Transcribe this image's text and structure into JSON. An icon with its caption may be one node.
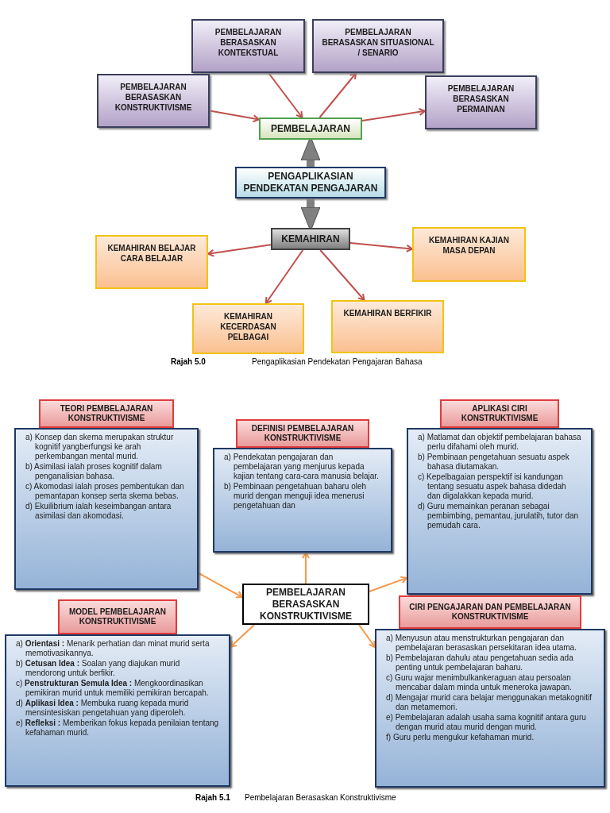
{
  "diagram": {
    "nodes": [
      {
        "text": [
          "PEMBELAJARAN BERASASKAN KONTEKSTUAL"
        ]
      },
      {
        "text": [
          "PEMBELAJARAN BERASASKAN SITUASIONAL / SENARIO"
        ]
      },
      {
        "text": [
          "PEMBELAJARAN BERASASKAN KONSTRUKTIVISME"
        ]
      },
      {
        "text": [
          "PEMBELAJARAN BERASASKAN PERMAINAN"
        ]
      },
      {
        "text": [
          "PEMBELAJARAN"
        ]
      },
      {
        "text": [
          "PENGAPLIKASIAN PENDEKATAN PENGAJARAN"
        ]
      },
      {
        "text": [
          "KEMAHIRAN"
        ]
      },
      {
        "text": [
          "KEMAHIRAN BELAJAR CARA BELAJAR"
        ]
      },
      {
        "text": [
          "KEMAHIRAN KAJIAN MASA DEPAN"
        ]
      },
      {
        "text": [
          "KEMAHIRAN KECERDASAN PELBAGAI"
        ]
      },
      {
        "text": [
          "KEMAHIRAN BERFIKIR"
        ]
      },
      {
        "text": [
          "TEORI PEMBELAJARAN KONSTRUKTIVISME"
        ]
      },
      {
        "text": [
          "a) Konsep dan skema merupakan struktur kognitif yangberfungsi ke arah perkembangan mental murid.",
          "b) Asimilasi ialah proses kognitif dalam penganalisian bahasa.",
          "c) Akomodasi ialah proses pembentukan dan pemantapan konsep serta skema bebas.",
          "d) Ekuilibrium ialah keseimbangan antara asimilasi dan akomodasi."
        ]
      },
      {
        "text": [
          "DEFINISI PEMBELAJARAN KONSTRUKTIVISME"
        ]
      },
      {
        "text": [
          "a) Pendekatan pengajaran dan pembelajaran yang menjurus kepada kajian tentang cara-cara manusia belajar.",
          "b) Pembinaan pengetahuan baharu oleh murid dengan menguji idea menerusi pengetahuan dan"
        ]
      },
      {
        "text": [
          "APLIKASI CIRI KONSTRUKTIVISME"
        ]
      },
      {
        "text": [
          "a) Matlamat dan objektif pembelajaran bahasa perlu difahami oleh murid.",
          "b) Pembinaan pengetahuan sesuatu aspek bahasa diutamakan.",
          "c) Kepelbagaian perspektif isi kandungan tentang sesuatu aspek bahasa didedah dan digalakkan kepada murid.",
          "d) Guru memainkan peranan sebagai pembimbing, pemantau, jurulatih, tutor dan pemudah cara."
        ]
      },
      {
        "text": [
          "PEMBELAJARAN BERASASKAN KONSTRUKTIVISME"
        ]
      },
      {
        "text": [
          "MODEL PEMBELAJARAN KONSTRUKTIVISME"
        ]
      },
      {
        "text": [
          "a) **Orientasi :** Menarik perhatian dan minat murid serta memotivasikannya.",
          "b) **Cetusan Idea :** Soalan yang diajukan murid mendorong untuk berfikir.",
          "c) **Penstrukturan Semula Idea :** Mengkoordinasikan pemikiran murid untuk memiliki pemikiran bercapah.",
          "d) **Aplikasi Idea :** Membuka ruang kepada murid mensintesiskan pengetahuan yang diperoleh.",
          "e) **Refleksi :** Memberikan fokus kepada penilaian tentang kefahaman murid."
        ]
      },
      {
        "text": [
          "CIRI PENGAJARAN DAN PEMBELAJARAN KONSTRUKTIVISME"
        ]
      },
      {
        "text": [
          "a) Menyusun atau menstrukturkan pengajaran dan pembelajaran berasaskan persekitaran idea utama.",
          "b) Pembelajaran dahulu atau pengetahuan sedia ada penting untuk pembelajaran baharu.",
          "c) Guru wajar menimbulkankeraguan atau persoalan mencabar dalam minda untuk meneroka jawapan.",
          "d) Mengajar murid cara belajar menggunakan metakognitif dan metamemori.",
          "e) Pembelajaran adalah usaha sama kognitif antara guru dengan murid atau murid dengan murid.",
          "f) Guru perlu mengukur kefahaman murid."
        ]
      }
    ],
    "edges": [
      {
        "from": 0,
        "to": 4,
        "arrow": "to"
      },
      {
        "from": 2,
        "to": 4,
        "arrow": "to"
      },
      {
        "from": 4,
        "to": 1,
        "arrow": "to"
      },
      {
        "from": 4,
        "to": 3,
        "arrow": "to"
      },
      {
        "from": 5,
        "to": 4,
        "arrow": "to",
        "style": "thick",
        "color": "#808080"
      },
      {
        "from": 5,
        "to": 6,
        "arrow": "to",
        "style": "thick",
        "color": "#808080"
      },
      {
        "from": 6,
        "to": 7,
        "arrow": "to"
      },
      {
        "from": 6,
        "to": 8,
        "arrow": "to"
      },
      {
        "from": 6,
        "to": 9,
        "arrow": "to"
      },
      {
        "from": 6,
        "to": 10,
        "arrow": "to"
      },
      {
        "from": 12,
        "to": 17,
        "arrow": "to",
        "color": "#f79646"
      },
      {
        "from": 17,
        "to": 14,
        "arrow": "to",
        "color": "#f79646"
      },
      {
        "from": 17,
        "to": 16,
        "arrow": "to",
        "color": "#f79646"
      },
      {
        "from": 17,
        "to": 19,
        "arrow": "to",
        "color": "#f79646"
      },
      {
        "from": 17,
        "to": 21,
        "arrow": "to",
        "color": "#f79646"
      }
    ],
    "labels": [
      "Rajah 5.0",
      "Pengaplikasian Pendekatan Pengajaran Bahasa",
      "Rajah 5.1",
      "Pembelajaran Berasaskan Konstruktivisme"
    ]
  }
}
